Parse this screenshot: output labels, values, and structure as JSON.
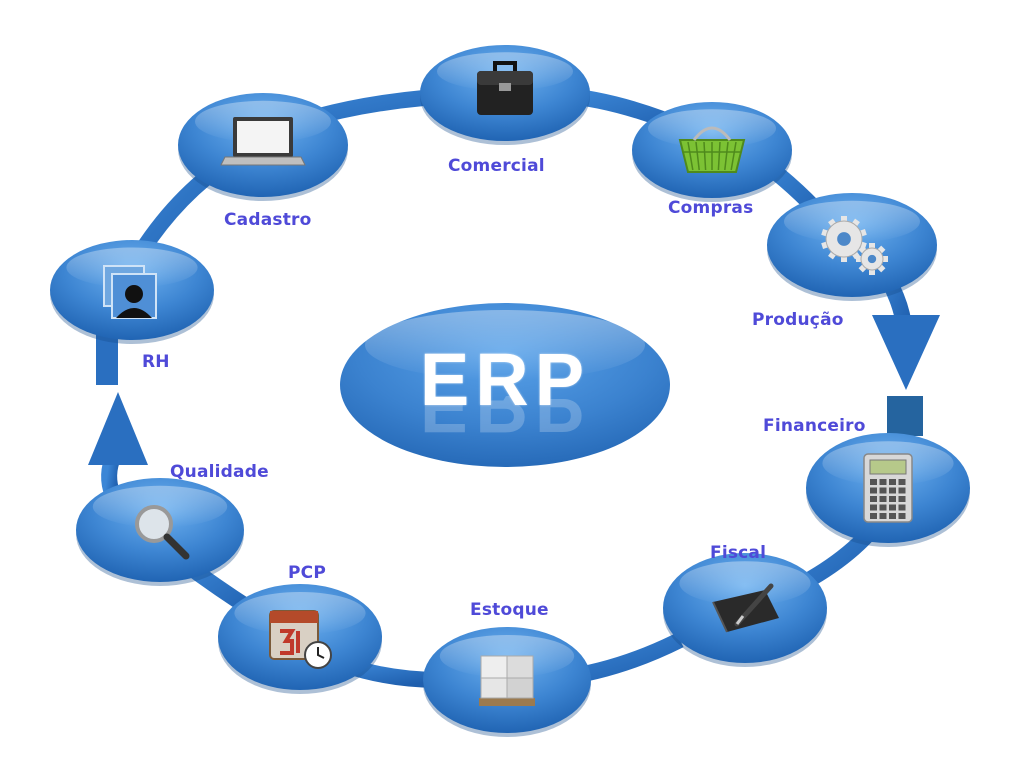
{
  "center": {
    "title": "ERP"
  },
  "modules": [
    {
      "key": "comercial",
      "label": "Comercial",
      "icon": "briefcase-icon"
    },
    {
      "key": "compras",
      "label": "Compras",
      "icon": "shopping-basket-icon"
    },
    {
      "key": "producao",
      "label": "Produção",
      "icon": "gears-icon"
    },
    {
      "key": "financeiro",
      "label": "Financeiro",
      "icon": "calculator-icon"
    },
    {
      "key": "fiscal",
      "label": "Fiscal",
      "icon": "folder-pen-icon"
    },
    {
      "key": "estoque",
      "label": "Estoque",
      "icon": "boxes-icon"
    },
    {
      "key": "pcp",
      "label": "PCP",
      "icon": "calendar-clock-icon"
    },
    {
      "key": "qualidade",
      "label": "Qualidade",
      "icon": "magnifier-icon"
    },
    {
      "key": "rh",
      "label": "RH",
      "icon": "user-profile-icon"
    },
    {
      "key": "cadastro",
      "label": "Cadastro",
      "icon": "laptop-icon"
    }
  ],
  "colors": {
    "node_light": "#5aa0e6",
    "node_dark": "#1c5fae",
    "ring": "#2f74c4",
    "label": "#4f4ad8"
  }
}
